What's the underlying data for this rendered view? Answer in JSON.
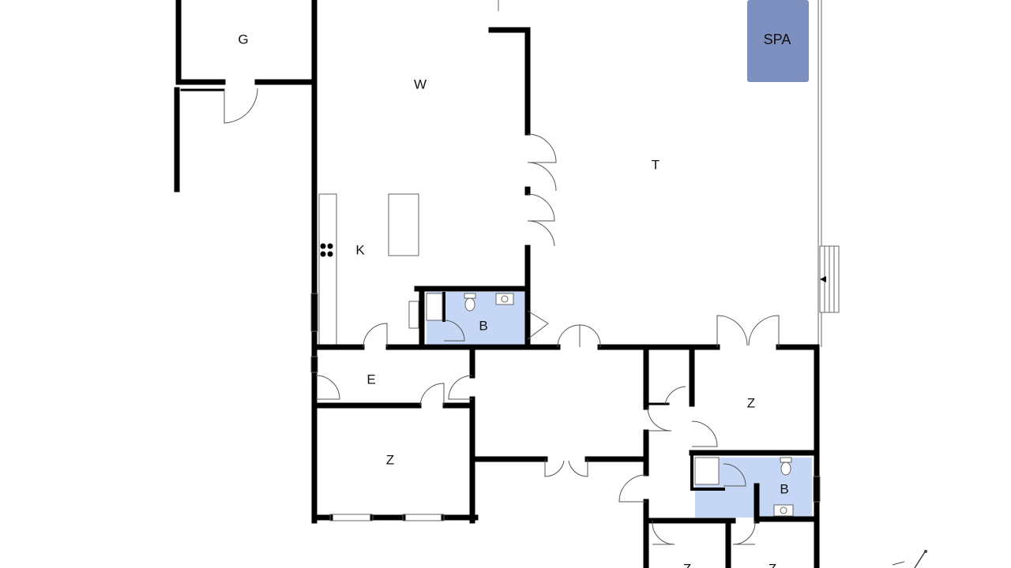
{
  "rooms": [
    {
      "id": "garage",
      "label": "G"
    },
    {
      "id": "living",
      "label": "W"
    },
    {
      "id": "terrace",
      "label": "T"
    },
    {
      "id": "kitchen",
      "label": "K"
    },
    {
      "id": "bath1",
      "label": "B"
    },
    {
      "id": "entrance",
      "label": "E"
    },
    {
      "id": "bedroom1",
      "label": "Z"
    },
    {
      "id": "bedroom2",
      "label": "Z"
    },
    {
      "id": "bath2",
      "label": "B"
    },
    {
      "id": "bedroom3",
      "label": "Z"
    },
    {
      "id": "bedroom4",
      "label": "Z"
    }
  ],
  "spa": {
    "label": "SPA"
  },
  "colors": {
    "wall": "#000000",
    "bath_fill": "#c6d6f5",
    "spa_fill": "#7c8fbf"
  },
  "icons": [
    "stove-icon",
    "toilet-icon",
    "sink-icon",
    "stairs-icon",
    "north-arrow-icon"
  ]
}
